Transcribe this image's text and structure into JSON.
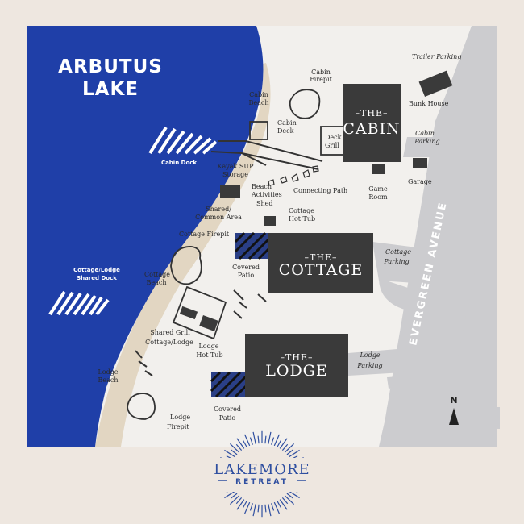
{
  "lake": {
    "name_line1": "ARBUTUS",
    "name_line2": "LAKE"
  },
  "road": {
    "name": "EVERGREEN AVENUE"
  },
  "buildings": {
    "cabin": {
      "prefix": "THE",
      "name": "CABIN"
    },
    "cottage": {
      "prefix": "THE",
      "name": "COTTAGE"
    },
    "lodge": {
      "prefix": "THE",
      "name": "LODGE"
    }
  },
  "docks": {
    "cabin": "Cabin Dock",
    "shared_line1": "Cottage/Lodge",
    "shared_line2": "Shared Dock"
  },
  "labels": {
    "trailer_parking": "Trailer Parking",
    "bunk_house": "Bunk House",
    "cabin_firepit_1": "Cabin",
    "cabin_firepit_2": "Firepit",
    "cabin_beach_1": "Cabin",
    "cabin_beach_2": "Beach",
    "cabin_deck_1": "Cabin",
    "cabin_deck_2": "Deck",
    "deck_grill_1": "Deck",
    "deck_grill_2": "Grill",
    "cabin_parking_1": "Cabin",
    "cabin_parking_2": "Parking",
    "garage": "Garage",
    "game_room_1": "Game",
    "game_room_2": "Room",
    "kayak_1": "Kayak SUP",
    "kayak_2": "Storage",
    "beach_shed_1": "Beach",
    "beach_shed_2": "Activities",
    "beach_shed_3": "Shed",
    "connecting_path": "Connecting Path",
    "shared_area_1": "Shared/",
    "shared_area_2": "Common Area",
    "cottage_hot_tub_1": "Cottage",
    "cottage_hot_tub_2": "Hot Tub",
    "cottage_firepit": "Cottage Firepit",
    "cottage_covered_1": "Covered",
    "cottage_covered_2": "Patio",
    "cottage_parking_1": "Cottage",
    "cottage_parking_2": "Parking",
    "cottage_beach_1": "Cottage",
    "cottage_beach_2": "Beach",
    "shared_grill_1": "Shared Grill",
    "shared_grill_2": "Cottage/Lodge",
    "lodge_hot_tub_1": "Lodge",
    "lodge_hot_tub_2": "Hot Tub",
    "lodge_parking_1": "Lodge",
    "lodge_parking_2": "Parking",
    "lodge_beach_1": "Lodge",
    "lodge_beach_2": "Beach",
    "lodge_covered_1": "Covered",
    "lodge_covered_2": "Patio",
    "lodge_firepit_1": "Lodge",
    "lodge_firepit_2": "Firepit",
    "north": "N"
  },
  "logo": {
    "line1": "LAKEMORE",
    "line2": "RETREAT"
  },
  "colors": {
    "lake": "#1f3fa8",
    "land": "#f2f0ed",
    "beach": "#e2d6c2",
    "road": "#cccccf",
    "building": "#3a3a3a",
    "accent": "#2f4fa0"
  }
}
